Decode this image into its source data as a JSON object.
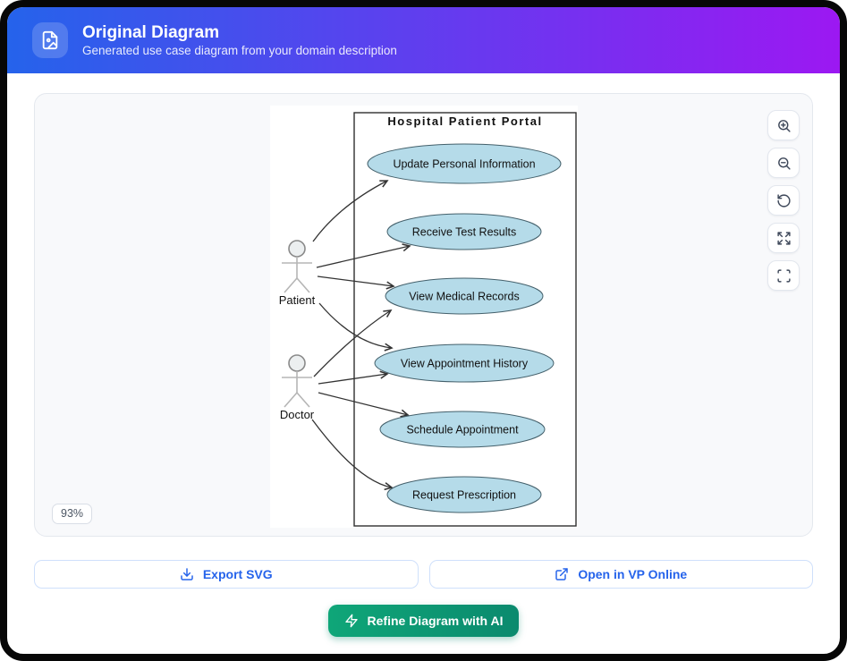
{
  "header": {
    "title": "Original Diagram",
    "subtitle": "Generated use case diagram from your domain description",
    "icon": "file-image-icon"
  },
  "viewer": {
    "zoom_badge": "93%",
    "control_icons": [
      "zoom-in-icon",
      "zoom-out-icon",
      "rotate-ccw-icon",
      "expand-icon",
      "fullscreen-icon"
    ]
  },
  "diagram": {
    "system_title": "Hospital Patient Portal",
    "actors": [
      {
        "name": "Patient"
      },
      {
        "name": "Doctor"
      }
    ],
    "use_cases": [
      "Update Personal Information",
      "Receive Test Results",
      "View Medical Records",
      "View Appointment History",
      "Schedule Appointment",
      "Request Prescription"
    ],
    "associations": [
      {
        "from": "Patient",
        "to": "Update Personal Information"
      },
      {
        "from": "Patient",
        "to": "Receive Test Results"
      },
      {
        "from": "Patient",
        "to": "View Medical Records"
      },
      {
        "from": "Patient",
        "to": "View Appointment History"
      },
      {
        "from": "Doctor",
        "to": "View Medical Records"
      },
      {
        "from": "Doctor",
        "to": "View Appointment History"
      },
      {
        "from": "Doctor",
        "to": "Schedule Appointment"
      },
      {
        "from": "Doctor",
        "to": "Request Prescription"
      }
    ]
  },
  "actions": {
    "export_svg": "Export SVG",
    "open_vp_online": "Open in VP Online",
    "refine_ai": "Refine Diagram with AI"
  },
  "colors": {
    "header_gradient_start": "#2563eb",
    "header_gradient_end": "#9c18f2",
    "accent_blue": "#2563eb",
    "refine_gradient_start": "#0fa678",
    "refine_gradient_end": "#0b8a6e",
    "usecase_fill": "#b5dbe9",
    "usecase_stroke": "#44606b",
    "connector": "#333333"
  }
}
